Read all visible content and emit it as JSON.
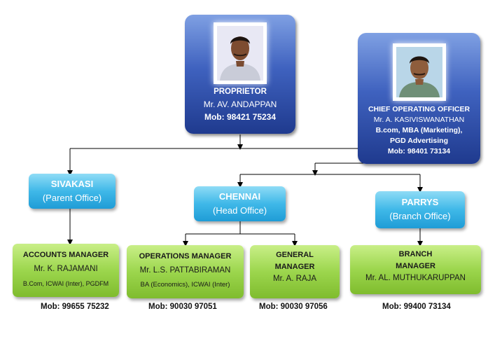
{
  "proprietor": {
    "role": "PROPRIETOR",
    "name": "Mr. AV. ANDAPPAN",
    "mobile": "Mob: 98421  75234"
  },
  "coo": {
    "role": "CHIEF OPERATING OFFICER",
    "name": "Mr. A. KASIVISWANATHAN",
    "qual1": "B.com, MBA (Marketing),",
    "qual2": "PGD Advertising",
    "mobile": "Mob: 98401 73134"
  },
  "offices": {
    "sivakasi": {
      "name": "SIVAKASI",
      "type": "(Parent Office)"
    },
    "chennai": {
      "name": "CHENNAI",
      "type": "(Head Office)"
    },
    "parrys": {
      "name": "PARRYS",
      "type": "(Branch Office)"
    }
  },
  "managers": {
    "accounts": {
      "title": "ACCOUNTS MANAGER",
      "name": "Mr. K. RAJAMANI",
      "qual": "B.Com, ICWAI (Inter), PGDFM",
      "mobile": "Mob: 99655  75232"
    },
    "operations": {
      "title": "OPERATIONS MANAGER",
      "name": "Mr. L.S. PATTABIRAMAN",
      "qual": "BA (Economics), ICWAI (Inter)",
      "mobile": "Mob: 90030  97051"
    },
    "general": {
      "title1": "GENERAL",
      "title2": "MANAGER",
      "name": "Mr. A. RAJA",
      "mobile": "Mob: 90030  97056"
    },
    "branch": {
      "title1": "BRANCH",
      "title2": "MANAGER",
      "name": "Mr. AL. MUTHUKARUPPAN",
      "mobile": "Mob: 99400  73134"
    }
  },
  "colors": {
    "navy": "#2c4aa6",
    "cyan": "#3fb8e8",
    "green": "#9cd64d",
    "line": "#000000"
  }
}
